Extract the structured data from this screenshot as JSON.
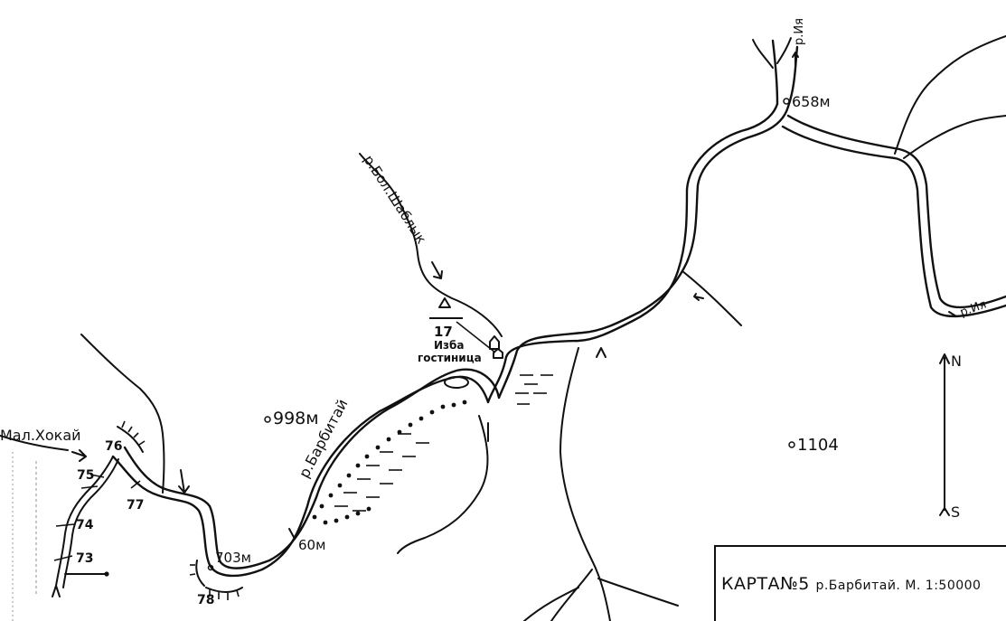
{
  "map": {
    "title_main": "КАРТА№5",
    "title_rest": "р.Барбитай. М. 1:50000",
    "river_labels": {
      "barbitay": "р.Барбитай",
      "bol_shablyk": "р.Бол.Шаблык",
      "iya_top": "р.Ия",
      "iya_right": "р.Ия",
      "mal_khokay": "Мал.Хокай"
    },
    "elevations": {
      "e998": "998м",
      "e1104": "1104",
      "e658": "658м",
      "e703": "703м",
      "e60": "60м"
    },
    "markers": {
      "triangle_num": "17",
      "hut_line1": "Изба",
      "hut_line2": "гостиница"
    },
    "points": [
      "73",
      "74",
      "75",
      "76",
      "77",
      "78"
    ],
    "compass": {
      "north": "N",
      "south": "S"
    }
  }
}
